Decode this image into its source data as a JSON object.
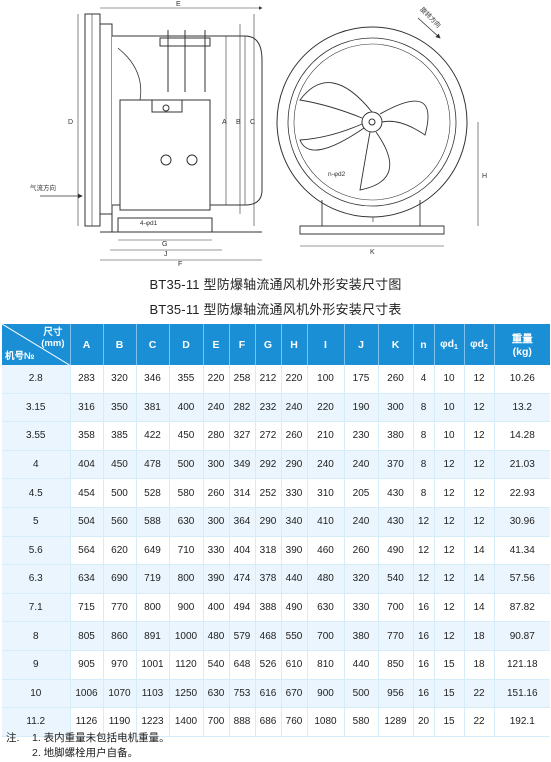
{
  "drawing": {
    "dim_letters": [
      "E",
      "D",
      "A",
      "B",
      "C",
      "G",
      "J",
      "F",
      "H",
      "K",
      "I",
      "n-φd2",
      "4-φd1"
    ],
    "airflow_label": "气流方向",
    "rotation_label": "旋转方向"
  },
  "caption_drawing": "BT35-11 型防爆轴流通风机外形安装尺寸图",
  "caption_table": "BT35-11 型防爆轴流通风机外形安装尺寸表",
  "table": {
    "corner_top": "尺寸",
    "corner_unit": "(mm)",
    "corner_bottom": "机号№",
    "columns": [
      "A",
      "B",
      "C",
      "D",
      "E",
      "F",
      "G",
      "H",
      "I",
      "J",
      "K",
      "n"
    ],
    "col_d1": "φd",
    "col_d1_sub": "1",
    "col_d2": "φd",
    "col_d2_sub": "2",
    "col_weight": "重量",
    "col_weight_unit": "(kg)",
    "rows": [
      [
        "2.8",
        "283",
        "320",
        "346",
        "355",
        "220",
        "258",
        "212",
        "220",
        "100",
        "175",
        "260",
        "4",
        "10",
        "12",
        "10.26"
      ],
      [
        "3.15",
        "316",
        "350",
        "381",
        "400",
        "240",
        "282",
        "232",
        "240",
        "220",
        "190",
        "300",
        "8",
        "10",
        "12",
        "13.2"
      ],
      [
        "3.55",
        "358",
        "385",
        "422",
        "450",
        "280",
        "327",
        "272",
        "260",
        "210",
        "230",
        "380",
        "8",
        "10",
        "12",
        "14.28"
      ],
      [
        "4",
        "404",
        "450",
        "478",
        "500",
        "300",
        "349",
        "292",
        "290",
        "240",
        "240",
        "370",
        "8",
        "12",
        "12",
        "21.03"
      ],
      [
        "4.5",
        "454",
        "500",
        "528",
        "580",
        "260",
        "314",
        "252",
        "330",
        "310",
        "205",
        "430",
        "8",
        "12",
        "12",
        "22.93"
      ],
      [
        "5",
        "504",
        "560",
        "588",
        "630",
        "300",
        "364",
        "290",
        "340",
        "410",
        "240",
        "430",
        "12",
        "12",
        "12",
        "30.96"
      ],
      [
        "5.6",
        "564",
        "620",
        "649",
        "710",
        "330",
        "404",
        "318",
        "390",
        "460",
        "260",
        "490",
        "12",
        "12",
        "14",
        "41.34"
      ],
      [
        "6.3",
        "634",
        "690",
        "719",
        "800",
        "390",
        "474",
        "378",
        "440",
        "480",
        "320",
        "540",
        "12",
        "12",
        "14",
        "57.56"
      ],
      [
        "7.1",
        "715",
        "770",
        "800",
        "900",
        "400",
        "494",
        "388",
        "490",
        "630",
        "330",
        "700",
        "16",
        "12",
        "14",
        "87.82"
      ],
      [
        "8",
        "805",
        "860",
        "891",
        "1000",
        "480",
        "579",
        "468",
        "550",
        "700",
        "380",
        "770",
        "16",
        "12",
        "18",
        "90.87"
      ],
      [
        "9",
        "905",
        "970",
        "1001",
        "1120",
        "540",
        "648",
        "526",
        "610",
        "810",
        "440",
        "850",
        "16",
        "15",
        "18",
        "121.18"
      ],
      [
        "10",
        "1006",
        "1070",
        "1103",
        "1250",
        "630",
        "753",
        "616",
        "670",
        "900",
        "500",
        "956",
        "16",
        "15",
        "22",
        "151.16"
      ],
      [
        "11.2",
        "1126",
        "1190",
        "1223",
        "1400",
        "700",
        "888",
        "686",
        "760",
        "1080",
        "580",
        "1289",
        "20",
        "15",
        "22",
        "192.1"
      ]
    ]
  },
  "notes": {
    "label": "注.",
    "items": [
      "1. 表内重量未包括电机重量。",
      "2. 地脚螺栓用户自备。"
    ]
  }
}
